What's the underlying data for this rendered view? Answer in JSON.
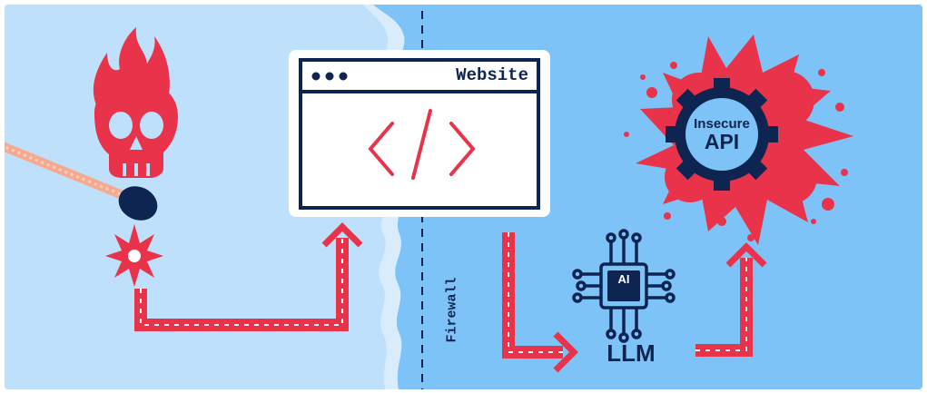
{
  "diagram": {
    "website": {
      "title": "Website",
      "window_dots_icon": "three-dots-icon",
      "code_icon": "code-brackets-icon"
    },
    "firewall": {
      "label": "Firewall"
    },
    "llm": {
      "label": "LLM",
      "chip_label": "AI",
      "icon": "ai-chip-icon"
    },
    "api": {
      "label_top": "Insecure",
      "label_bottom": "API",
      "icon": "gear-icon"
    },
    "attacker": {
      "icon": "flaming-skull-icon",
      "match_icon": "match-icon",
      "spark_icon": "spark-icon"
    },
    "colors": {
      "left_bg": "#bfe0fb",
      "right_bg": "#7ec3f8",
      "accent_red": "#e8334a",
      "navy": "#0d2550",
      "match_stick": "#f6a98f"
    }
  }
}
